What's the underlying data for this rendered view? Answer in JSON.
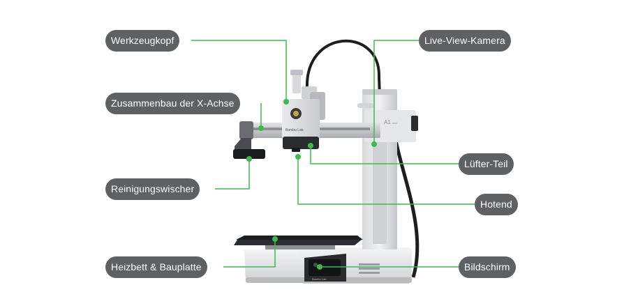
{
  "accent_color": "#3dbb4a",
  "labels": {
    "werkzeugkopf": "Werkzeugkopf",
    "x_achse": "Zusammenbau der X-Achse",
    "wischer": "Reinigungswischer",
    "heizbett": "Heizbett & Bauplatte",
    "kamera": "Live-View-Kamera",
    "luefter": "Lüfter-Teil",
    "hotend": "Hotend",
    "bildschirm": "Bildschirm"
  },
  "printer": {
    "brand_text": "Bambu Lab",
    "model_text": "A1",
    "model_suffix": "mini"
  }
}
